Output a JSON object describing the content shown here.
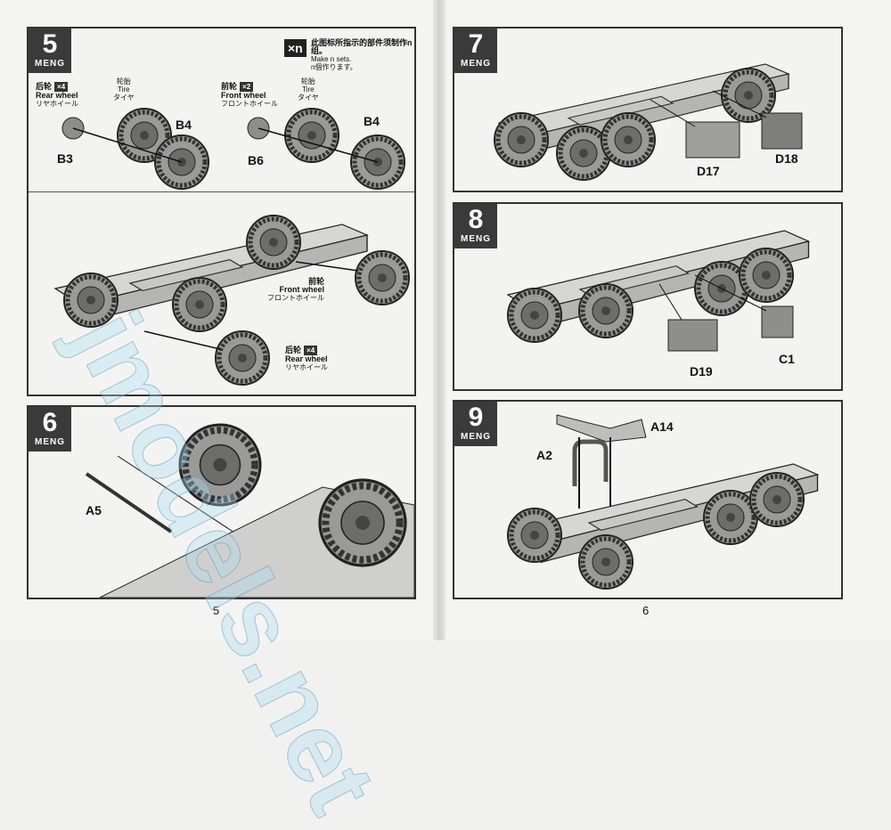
{
  "pages": [
    {
      "number": "5"
    },
    {
      "number": "6"
    }
  ],
  "brand": "MENG",
  "watermark": "jmodels.net",
  "steps": {
    "s5": {
      "number": "5",
      "note": {
        "badge": "×n",
        "cn": "此图标所指示的部件须制作n组。",
        "en": "Make n sets.",
        "jp": "n個作ります。"
      },
      "rear": {
        "cn": "后轮",
        "qty": "×4",
        "en": "Rear wheel",
        "jp": "リヤホイール"
      },
      "front": {
        "cn": "前轮",
        "qty": "×2",
        "en": "Front wheel",
        "jp": "フロントホイール"
      },
      "tire": {
        "cn": "轮胎",
        "en": "Tire",
        "jp": "タイヤ"
      },
      "parts": [
        "B3",
        "B4",
        "B6",
        "B4"
      ],
      "lower_front": {
        "cn": "前轮",
        "en": "Front wheel",
        "jp": "フロントホイール"
      },
      "lower_rear": {
        "cn": "后轮",
        "qty": "×4",
        "en": "Rear wheel",
        "jp": "リヤホイール"
      }
    },
    "s6": {
      "number": "6",
      "parts": [
        "A5"
      ]
    },
    "s7": {
      "number": "7",
      "parts": [
        "D17",
        "D18"
      ]
    },
    "s8": {
      "number": "8",
      "parts": [
        "D19",
        "C1"
      ]
    },
    "s9": {
      "number": "9",
      "parts": [
        "A14",
        "A2"
      ]
    }
  }
}
